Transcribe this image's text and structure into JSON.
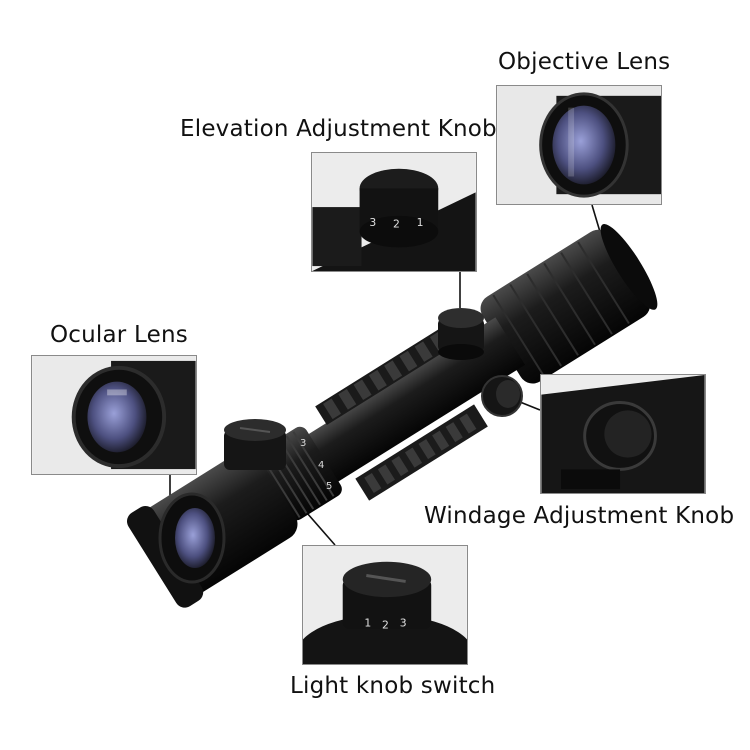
{
  "labels": {
    "objective_lens": "Objective Lens",
    "elevation_knob": "Elevation Adjustment Knob",
    "ocular_lens": "Ocular Lens",
    "windage_knob": "Windage Adjustment Knob",
    "light_knob": "Light knob switch"
  },
  "knob_markings": {
    "elevation": [
      "3",
      "2",
      "1"
    ],
    "light": [
      "1",
      "2",
      "3"
    ],
    "zoom": [
      "3",
      "4",
      "5"
    ]
  },
  "colors": {
    "scope_body": "#151515",
    "scope_highlight": "#3a3a3a",
    "lens_glass": "#6b6fa8",
    "leader_line": "#111111",
    "inset_border": "#8a8a8a"
  }
}
